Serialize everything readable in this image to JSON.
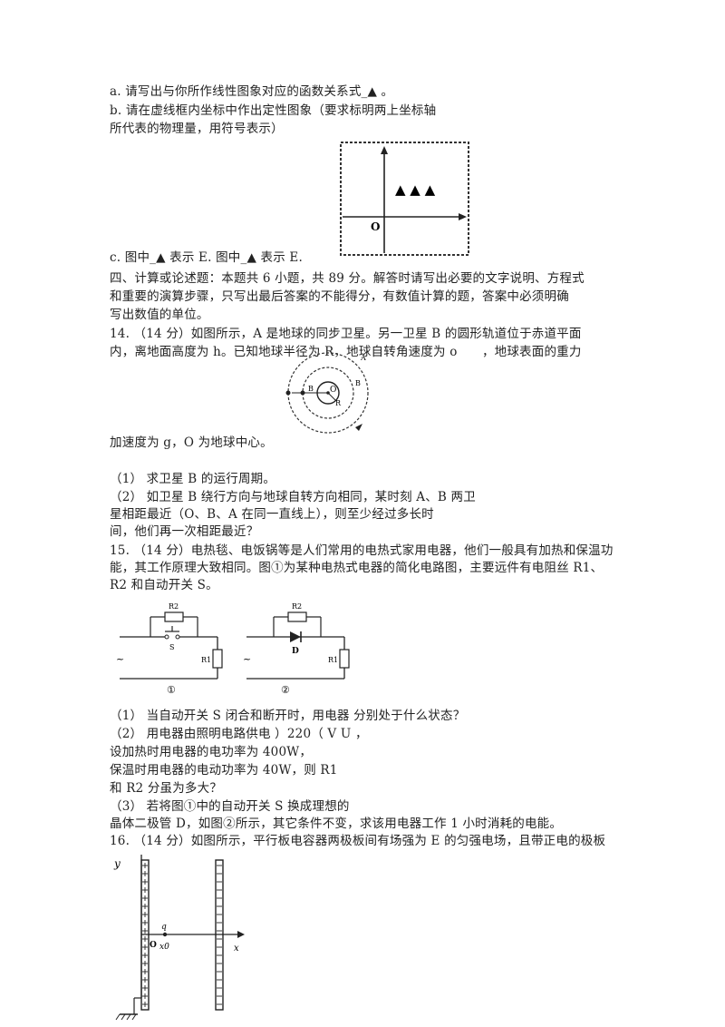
{
  "lines": {
    "a": "a. 请写出与你所作线性图象对应的函数关系式_▲ 。",
    "b1": "b. 请在虚线框内坐标中作出定性图象（要求标明两上坐标轴",
    "b2": "所代表的物理量，用符号表示）",
    "c": "c. 图中_▲ 表示 E. 图中_▲ 表示 E.",
    "s4_1": "四、计算或论述题：本题共 6 小题，共 89 分。解答时请写出必要的文字说明、方程式",
    "s4_2": "和重要的演算步骤，只写出最后答案的不能得分，有数值计算的题，答案中必须明确",
    "s4_3": "写出数值的单位。",
    "q14_1": "14. （14 分）如图所示，A 是地球的同步卫星。另一卫星 B 的圆形轨道位于赤道平面",
    "q14_2": "内，离地面高度为 h。已知地球半径为 R，地球自转角速度为 o　　，地球表面的重力",
    "q14_3": "加速度为 g，O 为地球中心。",
    "q14_p1": "（1） 求卫星 B 的运行周期。",
    "q14_p2a": "（2） 如卫星 B 绕行方向与地球自转方向相同，某时刻 A、B 两卫",
    "q14_p2b": "星相距最近（O、B、A 在同一直线上），则至少经过多长时",
    "q14_p2c": "间，他们再一次相距最近？",
    "q15_1": "15. （14 分）电热毯、电饭锅等是人们常用的电热式家用电器，他们一般具有加热和保温功",
    "q15_2": "能，其工作原理大致相同。图①为某种电热式电器的简化电路图，主要远件有电阻丝 R1、",
    "q15_3": "R2 和自动开关 S。",
    "q15_p1": "（1） 当自动开关 S 闭合和断开时，用电器 分别处于什么状态？",
    "q15_p2a": "（2） 用电器由照明电路供电 ）220（ V U ，",
    "q15_p2b": " 设加热时用电器的电功率为 400W，",
    "q15_p2c": "保温时用电器的电动功率为 40W，则 R1",
    "q15_p2d": "和 R2 分虽为多大？",
    "q15_p3a": "（3） 若将图①中的自动开关 S 换成理想的",
    "q15_p3b": "晶体二极管 D，如图②所示，其它条件不变，求该用电器工作 1 小时消耗的电能。",
    "q16_1": "16. （14 分）如图所示，平行板电容器两极板间有场强为 E 的匀强电场，且带正电的极板"
  },
  "fig_graph": {
    "origin_label": "O",
    "marker": "▲ ▲ ▲"
  },
  "fig_orbit": {
    "label_A": "A",
    "label_B": "B",
    "label_O": "O",
    "label_R": "R"
  },
  "fig_circuit": {
    "c1": {
      "r2": "R2",
      "r1": "R1",
      "s": "S",
      "src": "~",
      "caption": "①"
    },
    "c2": {
      "r2": "R2",
      "r1": "R1",
      "d": "D",
      "src": "~",
      "caption": "②"
    }
  },
  "fig_capacitor": {
    "y": "y",
    "q": "q",
    "o": "O",
    "x0": "x0",
    "x": "x"
  }
}
